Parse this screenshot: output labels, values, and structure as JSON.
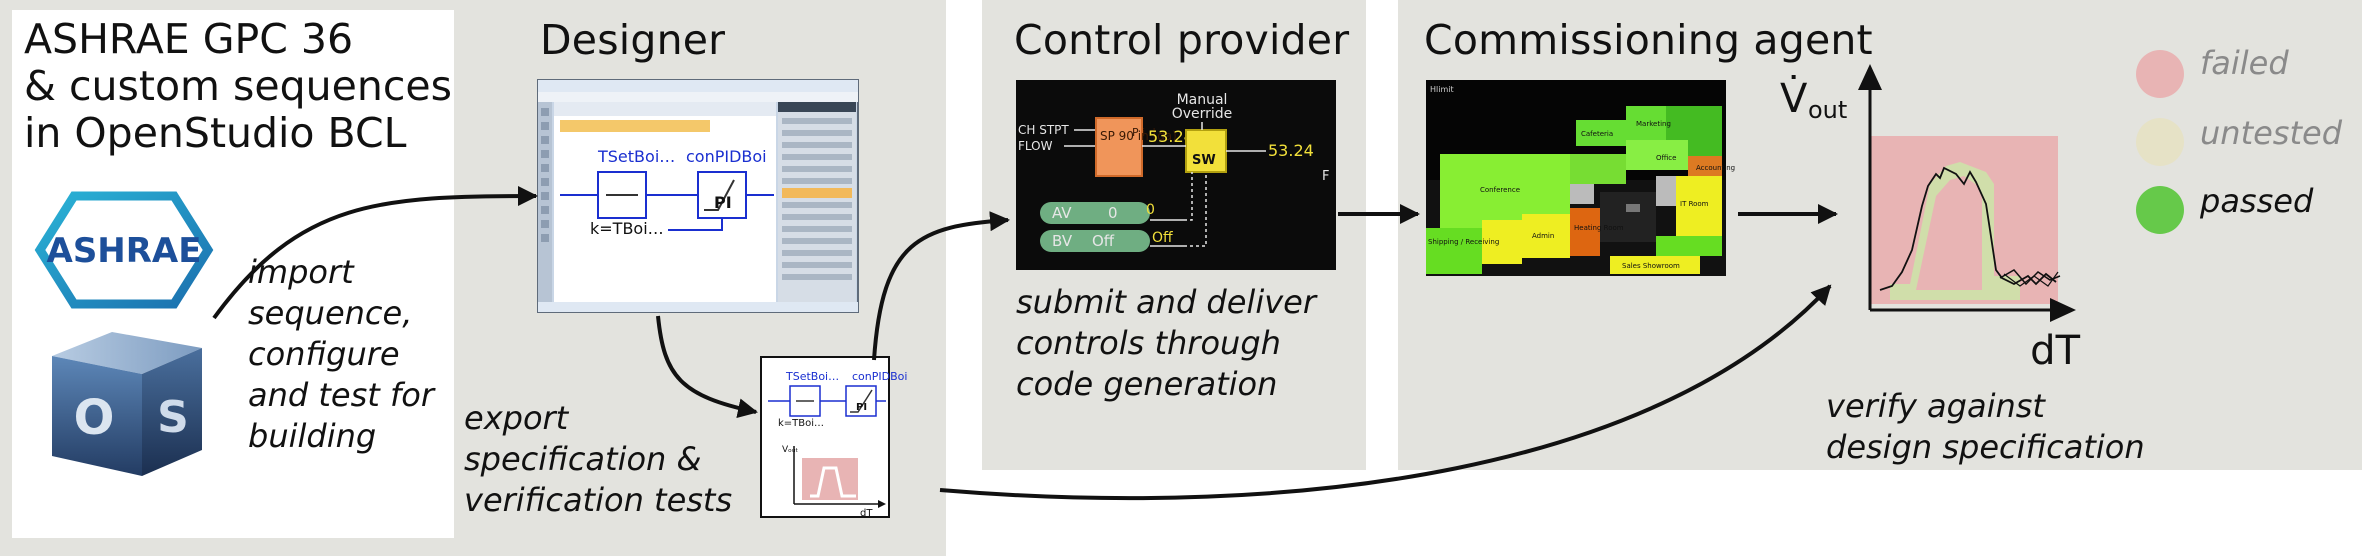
{
  "colors": {
    "panel_bg": "#e3e3de",
    "arrow": "#111111",
    "failed": "#e8b4b4",
    "untested": "#e6e2c6",
    "passed": "#66c94a",
    "diagram_blue": "#1a2fd0"
  },
  "source": {
    "heading_lines": [
      "ASHRAE GPC 36",
      "& custom sequences",
      "in OpenStudio BCL"
    ],
    "ashrae_logo_text": "ASHRAE",
    "os_logo_text": [
      "O",
      "S"
    ],
    "action_lines": [
      "import",
      "sequence,",
      "configure",
      "and test for",
      "building"
    ]
  },
  "designer": {
    "title": "Designer",
    "block_tset": "TSetBoi…",
    "block_pid": "conPIDBoi",
    "pi_label": "PI",
    "k_label": "k=TBoi…",
    "export_lines": [
      "export",
      "specification &",
      "verification tests"
    ],
    "export_thumb": {
      "block_tset": "TSetBoi…",
      "block_pid": "conPIDBoi",
      "pi_label": "PI",
      "k_label": "k=TBoi…",
      "y_label": "Vₒᵤₜ",
      "x_label": "dT"
    }
  },
  "control_provider": {
    "title": "Control provider",
    "override_lines": [
      "Manual",
      "Override"
    ],
    "left_label_1": "CH STPT",
    "left_label_2": "FLOW",
    "pid_label": "SP 90 in (da)",
    "pid_side": "P i d",
    "sw_label": "SW",
    "value_1": "53.24",
    "value_2": "53.24",
    "av_label": "AV",
    "av_value": "0",
    "bv_label": "BV",
    "bv_value": "Off",
    "out_zero": "0",
    "out_off": "Off",
    "edge_letter": "F",
    "caption_lines": [
      "submit and deliver",
      "controls through",
      "code generation"
    ]
  },
  "commissioning": {
    "title": "Commissioning agent",
    "floor_label": "Hlimit",
    "rooms": [
      "Cafeteria",
      "Marketing",
      "Office",
      "Conference",
      "Admin",
      "Heating Room",
      "IT Room",
      "Shipping / Receiving",
      "Sales Showroom",
      "Accounting"
    ],
    "axis_y": "V̇",
    "axis_y_sub": "out",
    "axis_x": "dT",
    "caption_lines": [
      "verify against",
      "design specification"
    ],
    "legend": [
      {
        "label": "failed",
        "color": "#e8b4b4",
        "text_color": "#8a8a8a"
      },
      {
        "label": "untested",
        "color": "#e6e2c6",
        "text_color": "#8a8a8a"
      },
      {
        "label": "passed",
        "color": "#66c94a",
        "text_color": "#111111"
      }
    ]
  }
}
